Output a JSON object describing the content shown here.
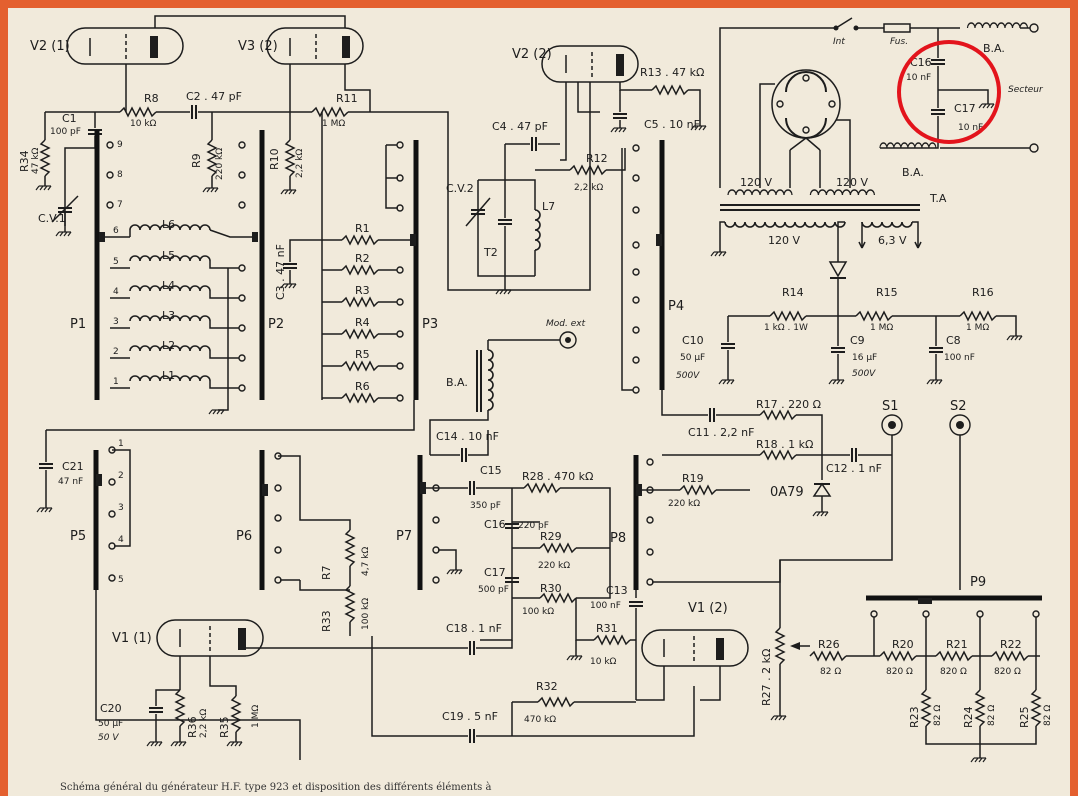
{
  "tubes": {
    "v2_1": "V2 (1)",
    "v3_2": "V3 (2)",
    "v2_2": "V2 (2)",
    "v1_1": "V1 (1)",
    "v1_2": "V1 (2)"
  },
  "switches": {
    "p1": "P1",
    "p2": "P2",
    "p3": "P3",
    "p4": "P4",
    "p5": "P5",
    "p6": "P6",
    "p7": "P7",
    "p8": "P8",
    "p9": "P9"
  },
  "resistors": {
    "r8": "R8",
    "r8v": "10 kΩ",
    "r11": "R11",
    "r11v": "1 MΩ",
    "r9": "R9",
    "r9v": "220 kΩ",
    "r10": "R10",
    "r10v": "2,2 kΩ",
    "r34": "R34",
    "r34v": "47 kΩ",
    "r13": "R13 . 47 kΩ",
    "r12": "R12",
    "r12v": "2,2 kΩ",
    "r1": "R1",
    "r2": "R2",
    "r3": "R3",
    "r4": "R4",
    "r5": "R5",
    "r6": "R6",
    "r14": "R14",
    "r14v": "1 kΩ . 1W",
    "r15": "R15",
    "r15v": "1 MΩ",
    "r16": "R16",
    "r16v": "1 MΩ",
    "r17": "R17 . 220 Ω",
    "r18": "R18 . 1 kΩ",
    "r19": "R19",
    "r19v": "220 kΩ",
    "r28": "R28 . 470 kΩ",
    "r29": "R29",
    "r29v": "220 kΩ",
    "r30": "R30",
    "r30v": "100 kΩ",
    "r31": "R31",
    "r31v": "10 kΩ",
    "r7": "R7",
    "r7v": "4,7 kΩ",
    "r33": "R33",
    "r33v": "100 kΩ",
    "r32": "R32",
    "r32v": "470 kΩ",
    "r36": "R36",
    "r36v": "2,2 kΩ",
    "r35": "R35",
    "r35v": "1 MΩ",
    "r27": "R27 . 2 kΩ",
    "r26": "R26",
    "r26v": "82 Ω",
    "r20": "R20",
    "r20v": "820 Ω",
    "r21": "R21",
    "r21v": "820 Ω",
    "r22": "R22",
    "r22v": "820 Ω",
    "r23": "R23",
    "r23v": "82 Ω",
    "r24": "R24",
    "r24v": "82 Ω",
    "r25": "R25",
    "r25v": "82 Ω"
  },
  "capacitors": {
    "c1": "C1",
    "c1v": "100 pF",
    "c2": "C2 . 47 pF",
    "c3": "C3 . 47 nF",
    "c4": "C4 . 47 pF",
    "c5": "C5 . 10 nF",
    "c10": "C10",
    "c10v": "50 µF",
    "c10w": "500V",
    "c9": "C9",
    "c9v": "16 µF",
    "c9w": "500V",
    "c8": "C8",
    "c8v": "100 nF",
    "c21": "C21",
    "c21v": "47 nF",
    "c14": "C14 . 10 nF",
    "c15": "C15",
    "c15v": "350 pF",
    "c16b": "C16",
    "c16bv": "220 pF",
    "c17b": "C17",
    "c17bv": "500 pF",
    "c11": "C11 . 2,2 nF",
    "c12": "C12 . 1 nF",
    "c13": "C13",
    "c13v": "100 nF",
    "c18": "C18 . 1 nF",
    "c19": "C19 . 5 nF",
    "c20": "C20",
    "c20v": "50 µF",
    "c20w": "50 V",
    "c16": "C16",
    "c16v": "10 nF",
    "c17": "C17",
    "c17v": "10 nF"
  },
  "misc": {
    "cv1": "C.V.1",
    "cv2": "C.V.2",
    "t2": "T2",
    "l7": "L7",
    "l1": "L1",
    "l2": "L2",
    "l3": "L3",
    "l4": "L4",
    "l5": "L5",
    "l6": "L6",
    "ba1": "B.A.",
    "ba2": "B.A.",
    "ba3": "B.A.",
    "ta": "T.A",
    "v120a": "120 V",
    "v120b": "120 V",
    "v120c": "120 V",
    "v63": "6,3 V",
    "int": "Int",
    "fus": "Fus.",
    "secteur": "Secteur",
    "modext": "Mod. ext",
    "s1": "S1",
    "s2": "S2",
    "oa79": "0A79"
  },
  "contacts": {
    "n1": "1",
    "n2": "2",
    "n3": "3",
    "n4": "4",
    "n5": "5",
    "n6": "6",
    "n7": "7",
    "n8": "8",
    "n9": "9"
  },
  "caption": "Schéma général du générateur H.F. type 923 et disposition des différents éléments à",
  "colors": {
    "border": "#e4602f",
    "paper": "#f1eadb",
    "ink": "#1d1d1d",
    "highlight": "#e3141c"
  }
}
